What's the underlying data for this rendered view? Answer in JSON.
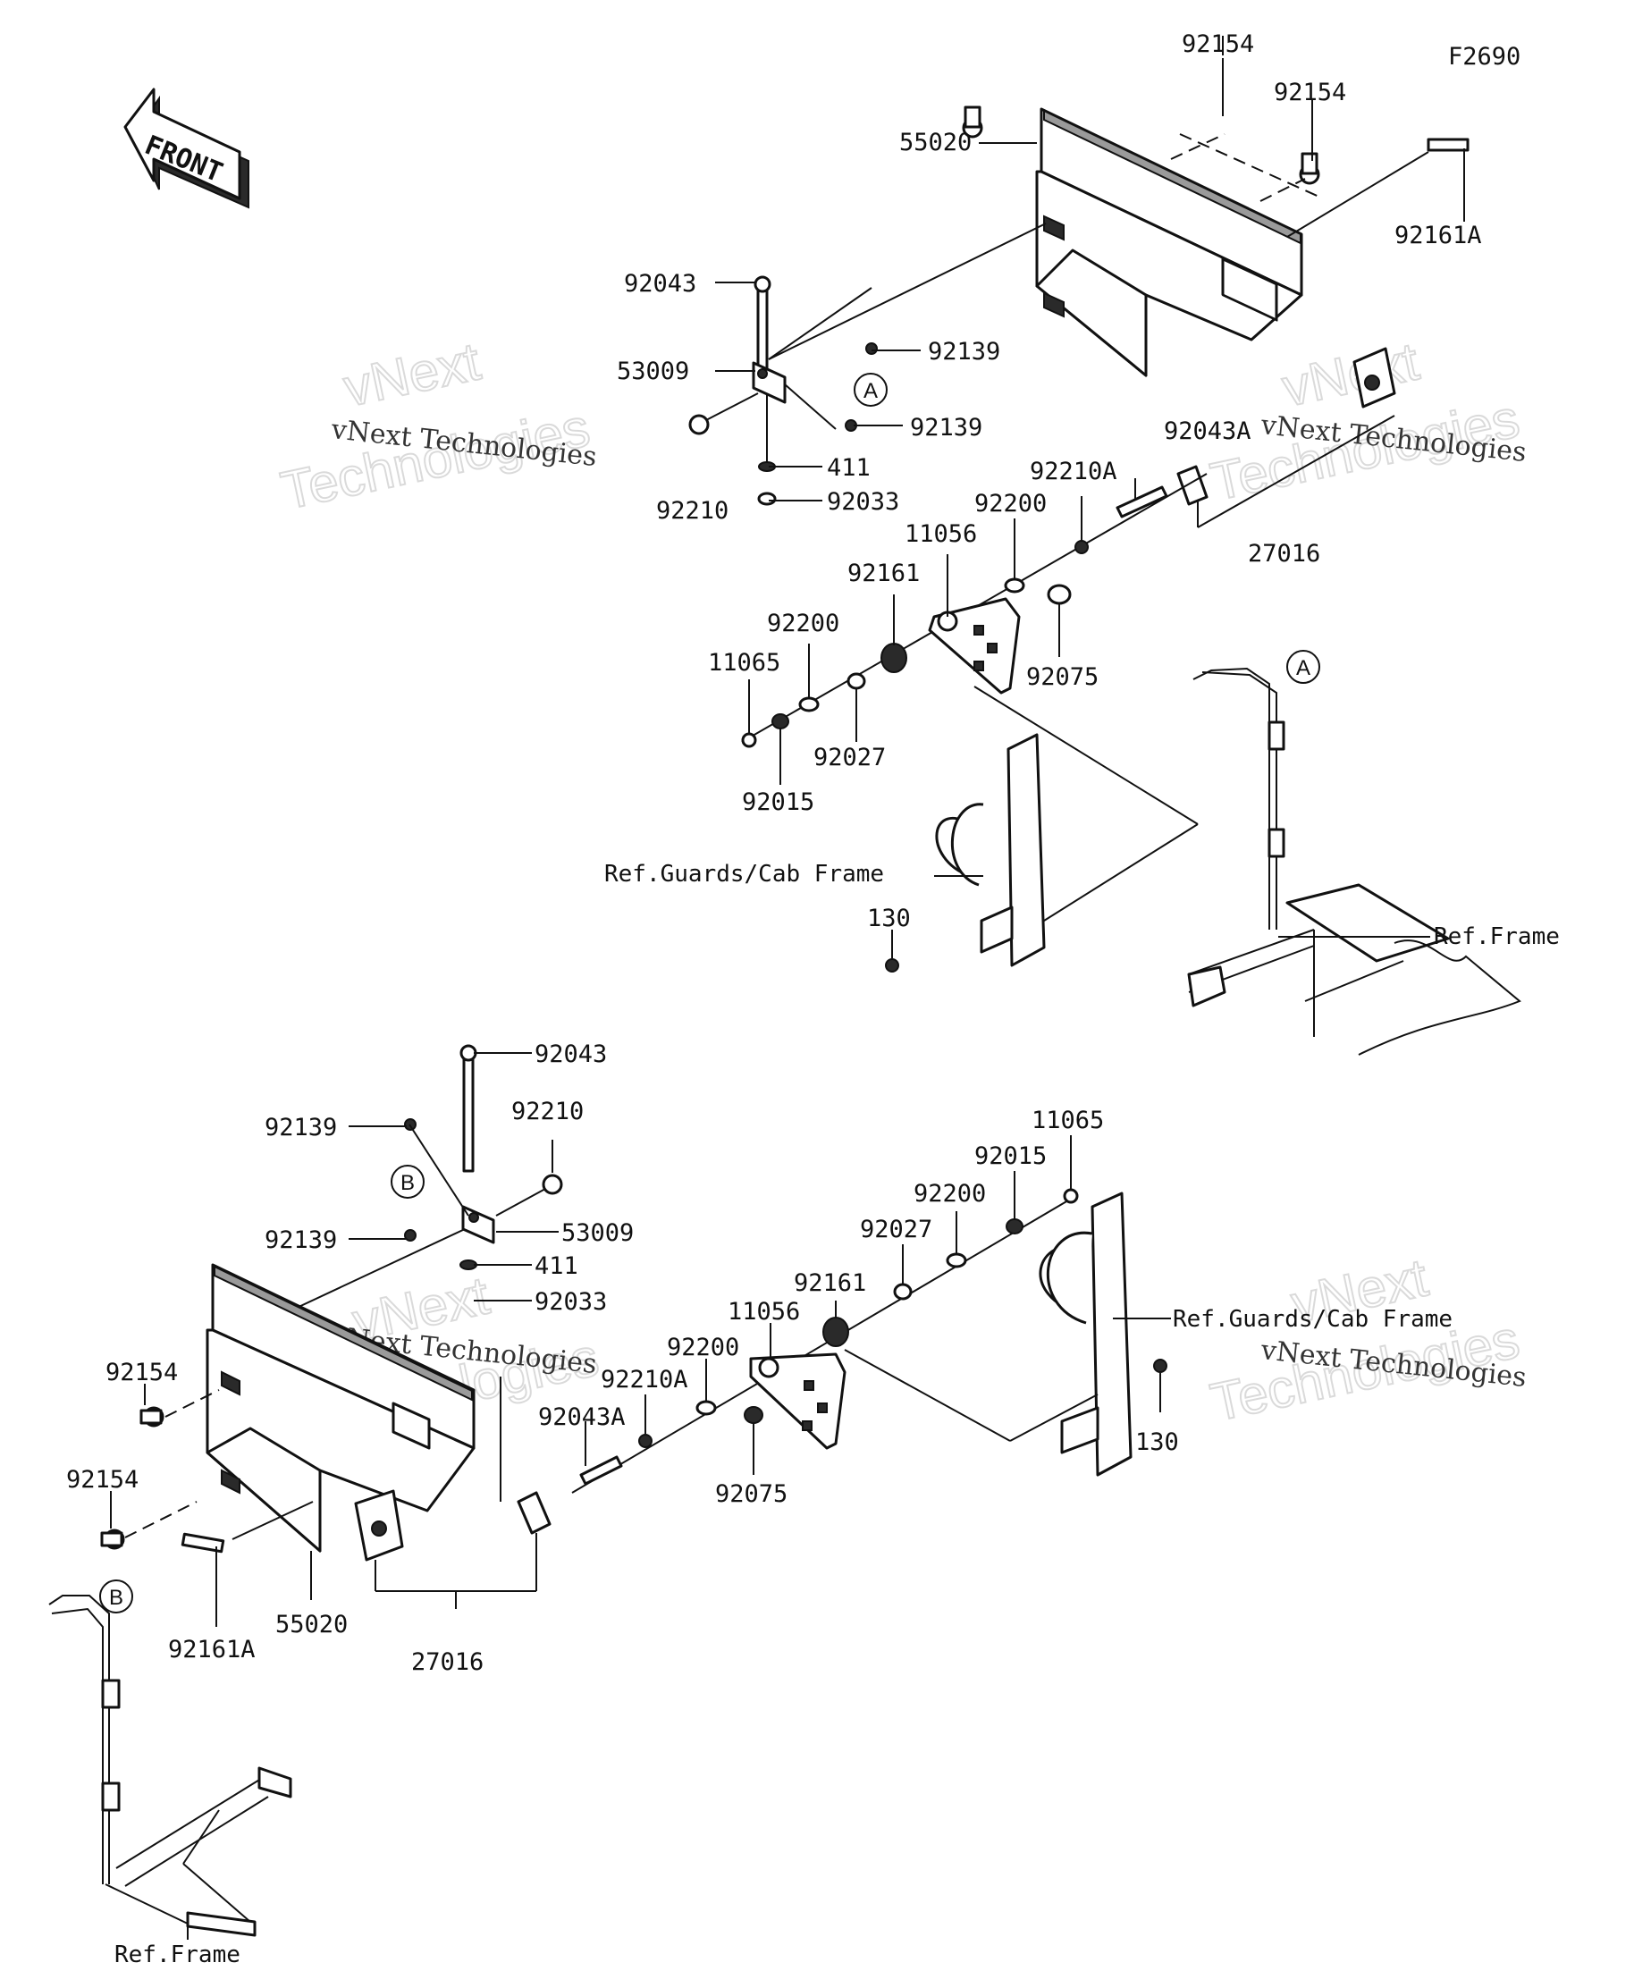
{
  "diagram_code": "F2690",
  "front_arrow": {
    "label": "FRONT",
    "icon": "front-direction-arrow-icon"
  },
  "watermark": {
    "line1": "vNext",
    "line2": "Technologies",
    "full": "vNext Technologies"
  },
  "refs": {
    "guards_cab_frame": "Ref.Guards/Cab Frame",
    "frame": "Ref.Frame"
  },
  "callouts": {
    "a": "A",
    "b": "B"
  },
  "upper_assembly": {
    "labels": {
      "p92154_1": "92154",
      "p92154_2": "92154",
      "p55020": "55020",
      "p92161A": "92161A",
      "p92043": "92043",
      "p53009": "53009",
      "p92139_1": "92139",
      "p92139_2": "92139",
      "p411": "411",
      "p92033": "92033",
      "p92210": "92210",
      "p92043A": "92043A",
      "p92210A": "92210A",
      "p92200_1": "92200",
      "p11056": "11056",
      "p27016": "27016",
      "p92161": "92161",
      "p92200_2": "92200",
      "p11065": "11065",
      "p92075": "92075",
      "p92027": "92027",
      "p92015": "92015",
      "p130": "130"
    }
  },
  "lower_assembly": {
    "labels": {
      "p92043": "92043",
      "p92210": "92210",
      "p92139_1": "92139",
      "p53009": "53009",
      "p92139_2": "92139",
      "p411": "411",
      "p92033": "92033",
      "p11065": "11065",
      "p92015": "92015",
      "p92200_1": "92200",
      "p92027": "92027",
      "p92161": "92161",
      "p11056": "11056",
      "p92200_2": "92200",
      "p92210A": "92210A",
      "p92043A": "92043A",
      "p92154_1": "92154",
      "p92154_2": "92154",
      "p92161A": "92161A",
      "p55020": "55020",
      "p27016": "27016",
      "p92075": "92075",
      "p130": "130"
    }
  }
}
